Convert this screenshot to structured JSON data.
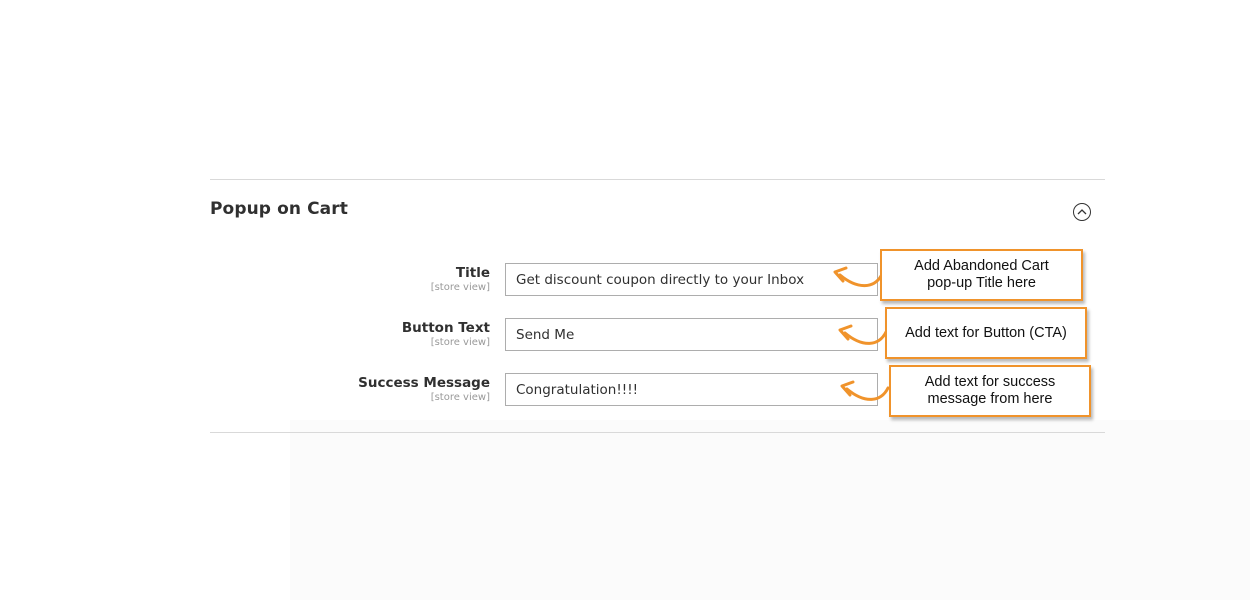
{
  "section": {
    "title": "Popup on Cart"
  },
  "icons": {
    "collapse": "chevron-up-circle-icon",
    "callout_arrow": "curved-arrow-icon"
  },
  "colors": {
    "callout_border": "#f0932b",
    "arrow": "#f0932b",
    "label_text": "#303030",
    "scope_text": "#999999"
  },
  "fields": [
    {
      "label": "Title",
      "scope": "[store view]",
      "value": "Get discount coupon directly to your Inbox"
    },
    {
      "label": "Button Text",
      "scope": "[store view]",
      "value": "Send Me"
    },
    {
      "label": "Success Message",
      "scope": "[store view]",
      "value": "Congratulation!!!!"
    }
  ],
  "callouts": [
    {
      "line1": "Add Abandoned Cart",
      "line2": "pop-up Title here"
    },
    {
      "line1": "Add text for Button (CTA)",
      "line2": ""
    },
    {
      "line1": "Add text for success",
      "line2": "message from here"
    }
  ]
}
